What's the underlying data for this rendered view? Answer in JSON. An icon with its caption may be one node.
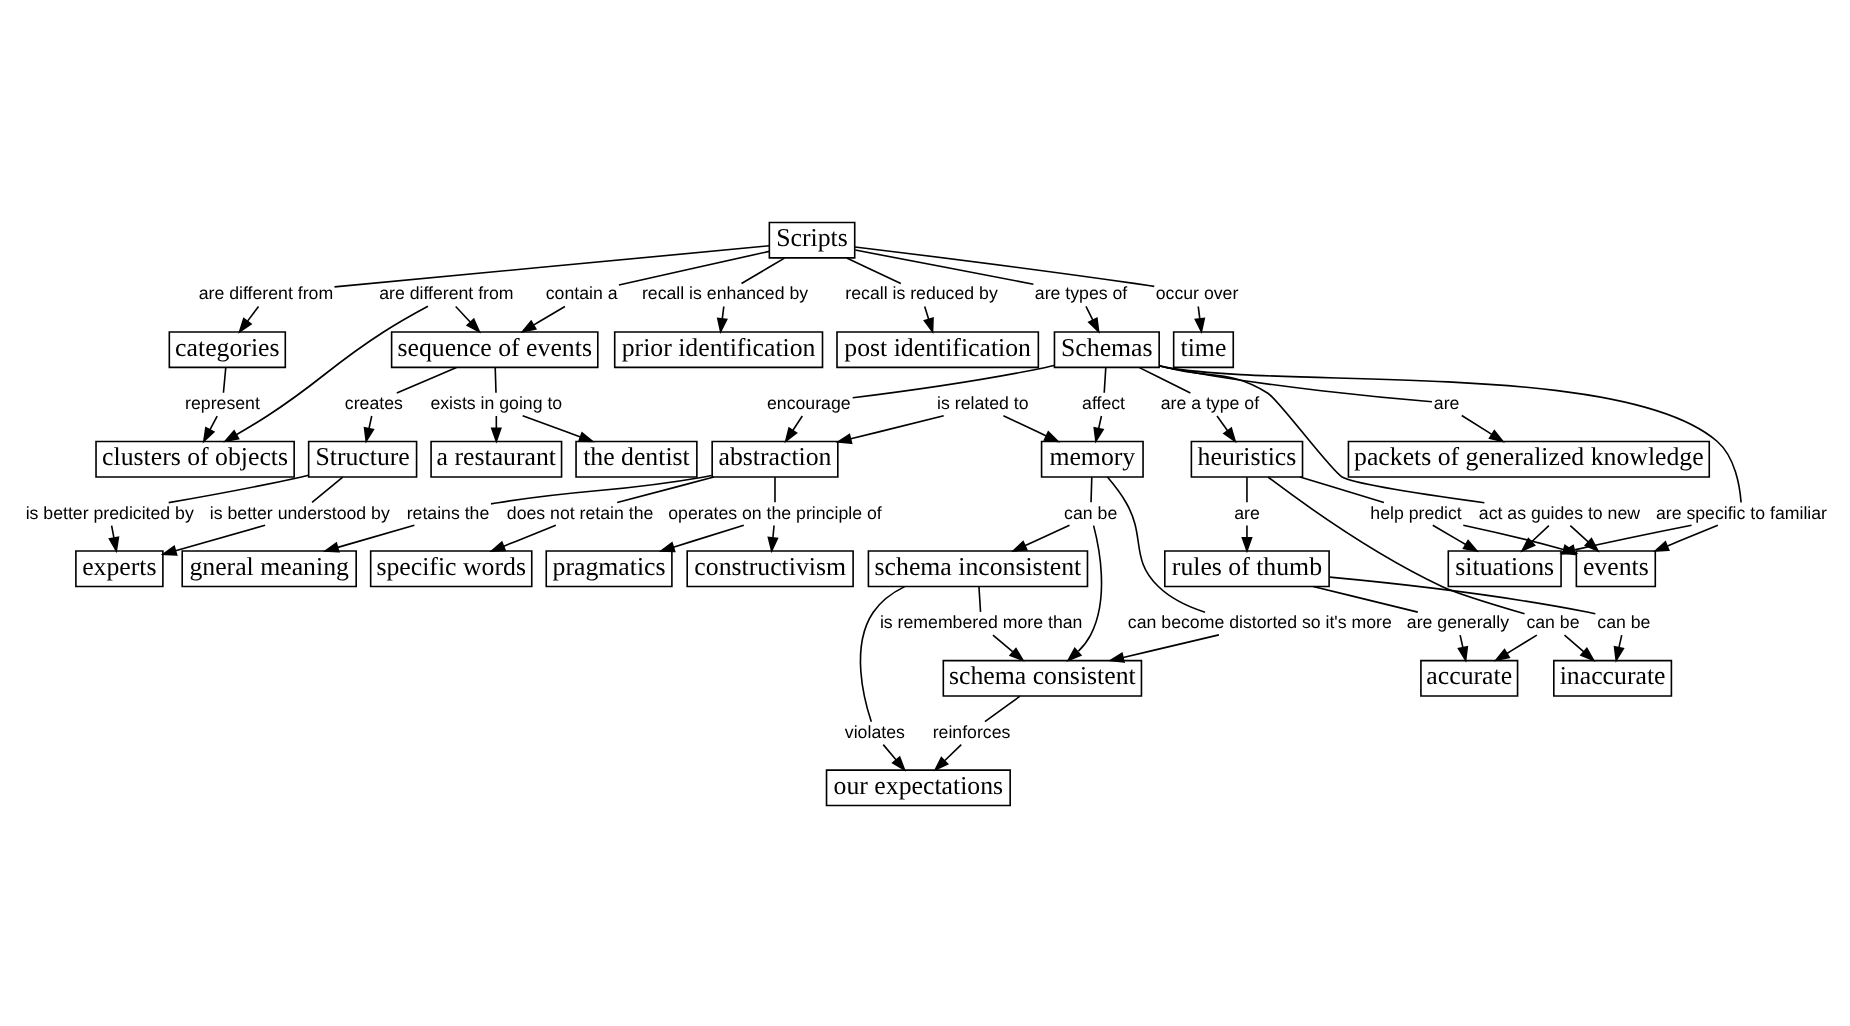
{
  "diagram": {
    "nodes": [
      {
        "text": [
          "Schemas"
        ]
      },
      {
        "text": [
          "packets of generalized knowledge"
        ]
      },
      {
        "text": [
          "Scripts"
        ]
      },
      {
        "text": [
          "time"
        ]
      },
      {
        "text": [
          "sequence of events"
        ]
      },
      {
        "text": [
          "categories"
        ]
      },
      {
        "text": [
          "prior identification"
        ]
      },
      {
        "text": [
          "post identification"
        ]
      },
      {
        "text": [
          "a restaurant"
        ]
      },
      {
        "text": [
          "the dentist"
        ]
      },
      {
        "text": [
          "clusters of objects"
        ]
      },
      {
        "text": [
          "Structure"
        ]
      },
      {
        "text": [
          "experts"
        ]
      },
      {
        "text": [
          "abstraction"
        ]
      },
      {
        "text": [
          "gneral meaning"
        ]
      },
      {
        "text": [
          "specific words"
        ]
      },
      {
        "text": [
          "pragmatics"
        ]
      },
      {
        "text": [
          "constructivism"
        ]
      },
      {
        "text": [
          "situations"
        ]
      },
      {
        "text": [
          "events"
        ]
      },
      {
        "text": [
          "heuristics"
        ]
      },
      {
        "text": [
          "rules of thumb"
        ]
      },
      {
        "text": [
          "inaccurate"
        ]
      },
      {
        "text": [
          "accurate"
        ]
      },
      {
        "text": [
          "memory"
        ]
      },
      {
        "text": [
          "schema inconsistent"
        ]
      },
      {
        "text": [
          "schema consistent"
        ]
      },
      {
        "text": [
          "our expectations"
        ]
      },
      {
        "text": [
          "are"
        ]
      },
      {
        "text": [
          "are types of"
        ]
      },
      {
        "text": [
          "occur over"
        ]
      },
      {
        "text": [
          "contain a"
        ]
      },
      {
        "text": [
          "recall is enhanced by"
        ]
      },
      {
        "text": [
          "recall is reduced by"
        ]
      },
      {
        "text": [
          "are different from"
        ]
      },
      {
        "text": [
          "exists in going to"
        ]
      },
      {
        "text": [
          "are different from"
        ]
      },
      {
        "text": [
          "represent"
        ]
      },
      {
        "text": [
          "creates"
        ]
      },
      {
        "text": [
          "is better predicited by"
        ]
      },
      {
        "text": [
          "is better understood by"
        ]
      },
      {
        "text": [
          "encourage"
        ]
      },
      {
        "text": [
          "affect"
        ]
      },
      {
        "text": [
          "are a type of"
        ]
      },
      {
        "text": [
          "are specific to familiar"
        ]
      },
      {
        "text": [
          "act as guides to new"
        ]
      },
      {
        "text": [
          "help predict"
        ]
      },
      {
        "text": [
          "are"
        ]
      },
      {
        "text": [
          "can be"
        ]
      },
      {
        "text": [
          "are generally"
        ]
      },
      {
        "text": [
          "can be"
        ]
      },
      {
        "text": [
          "is related to"
        ]
      },
      {
        "text": [
          "retains the"
        ]
      },
      {
        "text": [
          "does not retain the"
        ]
      },
      {
        "text": [
          "operates on the principle of"
        ]
      },
      {
        "text": [
          "can be"
        ]
      },
      {
        "text": [
          "can become distorted so it's more"
        ]
      },
      {
        "text": [
          "is remembered more than"
        ]
      },
      {
        "text": [
          "violates"
        ]
      },
      {
        "text": [
          "reinforces"
        ]
      }
    ],
    "edges": [
      {
        "from": 0,
        "to": 28,
        "arrow": "none"
      },
      {
        "from": 28,
        "to": 1,
        "arrow": "to"
      },
      {
        "from": 2,
        "to": 29,
        "arrow": "none"
      },
      {
        "from": 29,
        "to": 0,
        "arrow": "to"
      },
      {
        "from": 2,
        "to": 30,
        "arrow": "none"
      },
      {
        "from": 30,
        "to": 3,
        "arrow": "to"
      },
      {
        "from": 2,
        "to": 31,
        "arrow": "none"
      },
      {
        "from": 31,
        "to": 4,
        "arrow": "to"
      },
      {
        "from": 2,
        "to": 32,
        "arrow": "none"
      },
      {
        "from": 32,
        "to": 6,
        "arrow": "to"
      },
      {
        "from": 2,
        "to": 33,
        "arrow": "none"
      },
      {
        "from": 33,
        "to": 7,
        "arrow": "to"
      },
      {
        "from": 2,
        "to": 34,
        "arrow": "none"
      },
      {
        "from": 34,
        "to": 5,
        "arrow": "to"
      },
      {
        "from": 4,
        "to": 35,
        "arrow": "none"
      },
      {
        "from": 35,
        "to": 8,
        "arrow": "to"
      },
      {
        "from": 35,
        "to": 9,
        "arrow": "to"
      },
      {
        "from": 36,
        "to": 4,
        "arrow": "to"
      },
      {
        "from": 36,
        "to": 10,
        "arrow": "to"
      },
      {
        "from": 5,
        "to": 37,
        "arrow": "none"
      },
      {
        "from": 37,
        "to": 10,
        "arrow": "to"
      },
      {
        "from": 4,
        "to": 38,
        "arrow": "none"
      },
      {
        "from": 38,
        "to": 11,
        "arrow": "to"
      },
      {
        "from": 11,
        "to": 39,
        "arrow": "none"
      },
      {
        "from": 39,
        "to": 12,
        "arrow": "to"
      },
      {
        "from": 11,
        "to": 40,
        "arrow": "none"
      },
      {
        "from": 40,
        "to": 12,
        "arrow": "to"
      },
      {
        "from": 0,
        "to": 41,
        "arrow": "none"
      },
      {
        "from": 41,
        "to": 13,
        "arrow": "to"
      },
      {
        "from": 0,
        "to": 42,
        "arrow": "none"
      },
      {
        "from": 42,
        "to": 24,
        "arrow": "to"
      },
      {
        "from": 0,
        "to": 43,
        "arrow": "none"
      },
      {
        "from": 43,
        "to": 20,
        "arrow": "to"
      },
      {
        "from": 0,
        "to": 44,
        "arrow": "none"
      },
      {
        "from": 44,
        "to": 18,
        "arrow": "to"
      },
      {
        "from": 44,
        "to": 19,
        "arrow": "to"
      },
      {
        "from": 0,
        "to": 45,
        "arrow": "none"
      },
      {
        "from": 45,
        "to": 18,
        "arrow": "to"
      },
      {
        "from": 45,
        "to": 19,
        "arrow": "to"
      },
      {
        "from": 20,
        "to": 46,
        "arrow": "none"
      },
      {
        "from": 46,
        "to": 18,
        "arrow": "to"
      },
      {
        "from": 46,
        "to": 19,
        "arrow": "to"
      },
      {
        "from": 20,
        "to": 47,
        "arrow": "none"
      },
      {
        "from": 47,
        "to": 21,
        "arrow": "to"
      },
      {
        "from": 20,
        "to": 48,
        "arrow": "none"
      },
      {
        "from": 48,
        "to": 22,
        "arrow": "to"
      },
      {
        "from": 48,
        "to": 23,
        "arrow": "to"
      },
      {
        "from": 21,
        "to": 49,
        "arrow": "none"
      },
      {
        "from": 49,
        "to": 23,
        "arrow": "to"
      },
      {
        "from": 21,
        "to": 50,
        "arrow": "none"
      },
      {
        "from": 50,
        "to": 22,
        "arrow": "to"
      },
      {
        "from": 51,
        "to": 13,
        "arrow": "to"
      },
      {
        "from": 51,
        "to": 24,
        "arrow": "to"
      },
      {
        "from": 13,
        "to": 52,
        "arrow": "none"
      },
      {
        "from": 52,
        "to": 14,
        "arrow": "to"
      },
      {
        "from": 13,
        "to": 53,
        "arrow": "none"
      },
      {
        "from": 53,
        "to": 15,
        "arrow": "to"
      },
      {
        "from": 13,
        "to": 54,
        "arrow": "none"
      },
      {
        "from": 54,
        "to": 16,
        "arrow": "to"
      },
      {
        "from": 54,
        "to": 17,
        "arrow": "to"
      },
      {
        "from": 24,
        "to": 55,
        "arrow": "none"
      },
      {
        "from": 55,
        "to": 25,
        "arrow": "to"
      },
      {
        "from": 55,
        "to": 26,
        "arrow": "to"
      },
      {
        "from": 24,
        "to": 56,
        "arrow": "none"
      },
      {
        "from": 56,
        "to": 26,
        "arrow": "to"
      },
      {
        "from": 25,
        "to": 57,
        "arrow": "none"
      },
      {
        "from": 57,
        "to": 26,
        "arrow": "to"
      },
      {
        "from": 25,
        "to": 58,
        "arrow": "none"
      },
      {
        "from": 58,
        "to": 27,
        "arrow": "to"
      },
      {
        "from": 26,
        "to": 59,
        "arrow": "none"
      },
      {
        "from": 59,
        "to": 27,
        "arrow": "to"
      }
    ]
  }
}
